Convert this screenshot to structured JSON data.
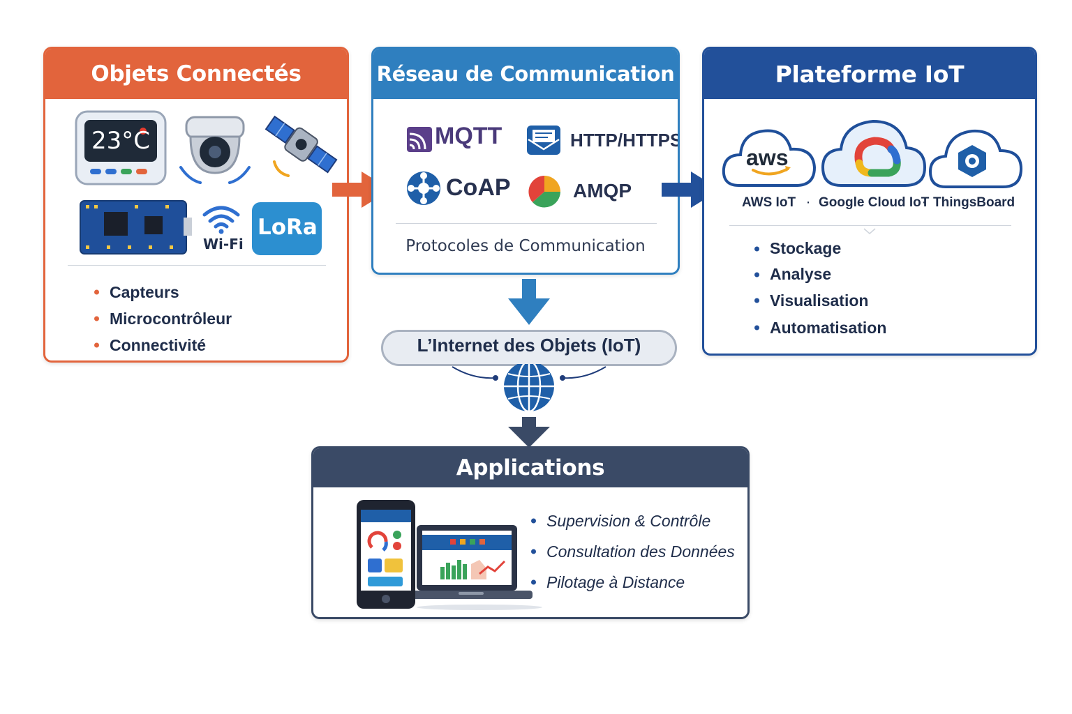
{
  "objects_panel": {
    "title": "Objets Connectés",
    "thermostat_reading": "23°C",
    "wifi_label": "Wi-Fi",
    "lora_label": "LoRa",
    "items": [
      "Capteurs",
      "Microcontrôleur",
      "Connectivité"
    ]
  },
  "network_panel": {
    "title": "Réseau de Communication",
    "protocols": [
      "MQTT",
      "HTTP/HTTPS",
      "CoAP",
      "AMQP"
    ],
    "caption": "Protocoles de Communication"
  },
  "platform_panel": {
    "title": "Plateforme IoT",
    "aws_logo": "aws",
    "providers": [
      "AWS IoT",
      "Google Cloud IoT",
      "ThingsBoard"
    ],
    "separator": "·",
    "items": [
      "Stockage",
      "Analyse",
      "Visualisation",
      "Automatisation"
    ]
  },
  "iot_hub": {
    "label": "L’Internet des Objets (IoT)"
  },
  "applications_panel": {
    "title": "Applications",
    "items": [
      "Supervision & Contrôle",
      "Consultation des Données",
      "Pilotage à Distance"
    ]
  },
  "colors": {
    "orange": "#e2643c",
    "blue": "#2f7fbf",
    "navy": "#22509a",
    "slate": "#3a4a66"
  },
  "icons": [
    "thermostat-icon",
    "camera-icon",
    "satellite-icon",
    "board-icon",
    "wifi-icon",
    "lora-icon",
    "mqtt-icon",
    "http-icon",
    "coap-icon",
    "amqp-icon",
    "aws-cloud-icon",
    "google-cloud-icon",
    "thingsboard-icon",
    "globe-icon",
    "phone-icon",
    "laptop-icon"
  ]
}
